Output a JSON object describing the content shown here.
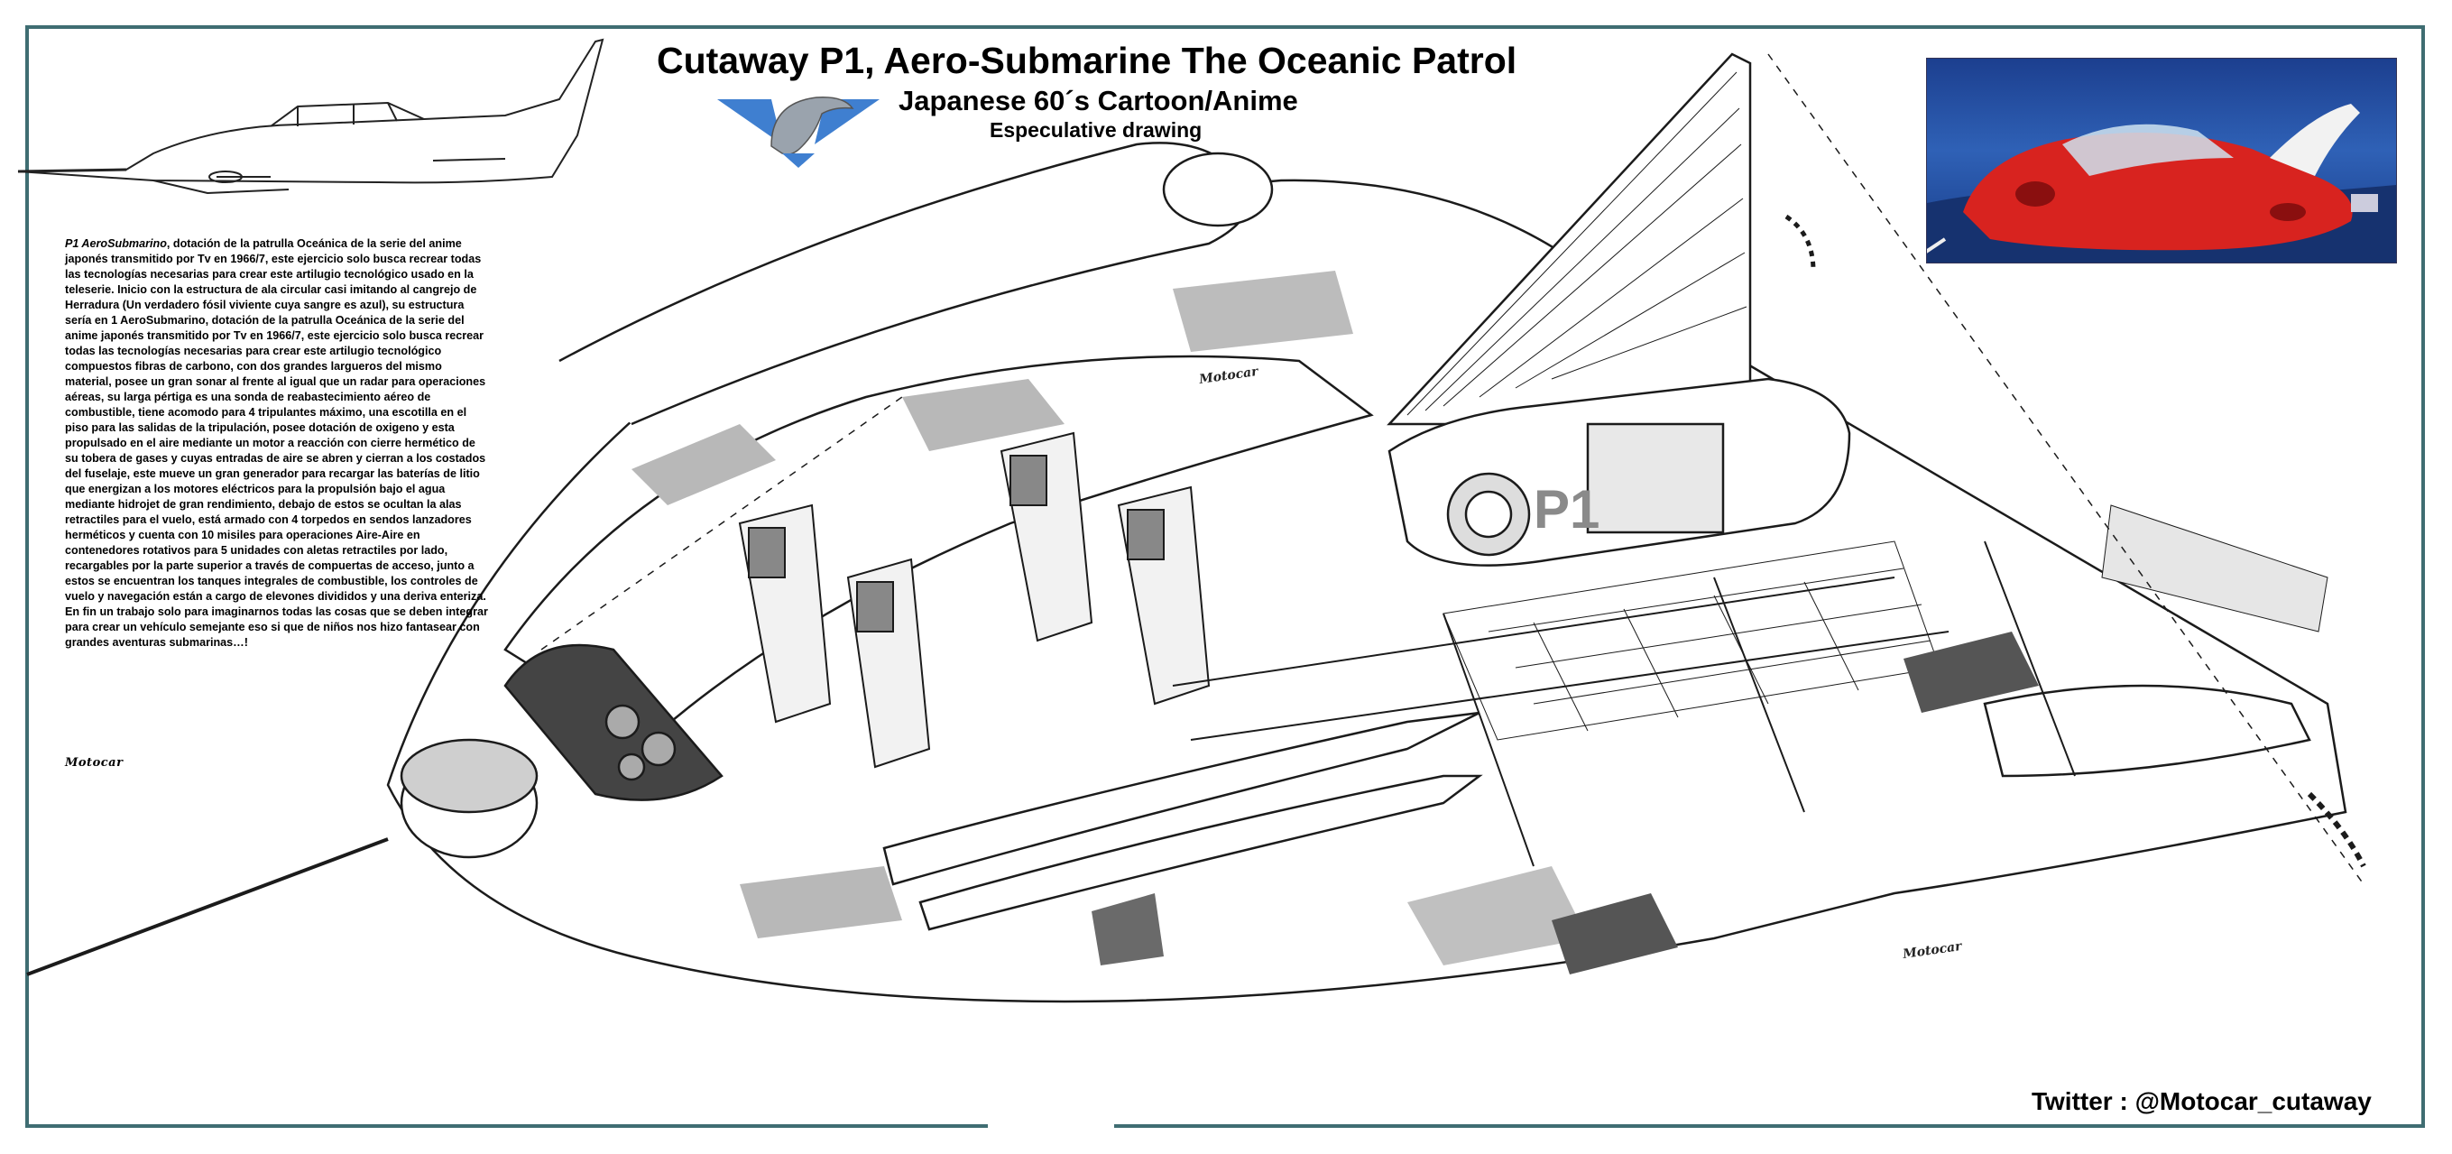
{
  "title": "Cutaway P1, Aero-Submarine The Oceanic Patrol",
  "subtitle": "Japanese 60´s Cartoon/Anime",
  "subtitle2": "Especulative drawing",
  "description": {
    "lead": "P1 AeroSubmarino",
    "text": ", dotación de la patrulla Oceánica de la serie del anime japonés transmitido por Tv en 1966/7, este ejercicio solo busca recrear todas las tecnologías necesarias para crear este artilugio tecnológico usado en la teleserie. Inicio con la estructura de ala circular casi imitando al cangrejo de Herradura (Un verdadero fósil viviente cuya sangre es azul), su estructura sería en 1 AeroSubmarino, dotación de la patrulla Oceánica de la serie del anime japonés transmitido por Tv en 1966/7, este ejercicio solo busca recrear todas las tecnologías necesarias para crear este artilugio tecnológico compuestos fibras de carbono, con dos grandes largueros del mismo material, posee un gran sonar al frente al igual que un radar para operaciones aéreas, su larga pértiga es una sonda de reabastecimiento aéreo de combustible, tiene acomodo para 4 tripulantes máximo, una escotilla en el piso para las salidas de la tripulación, posee dotación de oxigeno y esta propulsado en el aire mediante un motor a reacción con cierre hermético de su tobera de gases y cuyas entradas de aire se abren y cierran a los costados del fuselaje, este mueve un gran generador para recargar las baterías de litio que energizan a los motores eléctricos para la propulsión bajo el agua mediante hidrojet de gran rendimiento, debajo de estos se ocultan la alas retractiles para el vuelo, está armado con 4 torpedos en sendos lanzadores herméticos y cuenta con 10 misiles para operaciones Aire-Aire en contenedores rotativos para 5 unidades con aletas retractiles por lado, recargables por la parte superior a través de compuertas de acceso, junto a estos se encuentran los tanques integrales de combustible, los controles de vuelo y navegación están a cargo de elevones divididos y una deriva enteriza. En fin un trabajo solo para imaginarnos todas las cosas que se deben integrar para crear un vehículo semejante eso si que de niños nos hizo fantasear con grandes aventuras submarinas…!",
    "signature": "Motocar"
  },
  "drawing_labels": {
    "brand_1": "Motocar",
    "brand_2": "Motocar",
    "engine_letter": "P1"
  },
  "twitter": "Twitter : @Motocar_cutaway",
  "colors": {
    "frame": "#3f6d72",
    "emblem_blue": "#3f7fd0",
    "emblem_grey": "#9aa3ad",
    "photo_red": "#d8231f",
    "photo_sky": "#1f4a9e"
  }
}
